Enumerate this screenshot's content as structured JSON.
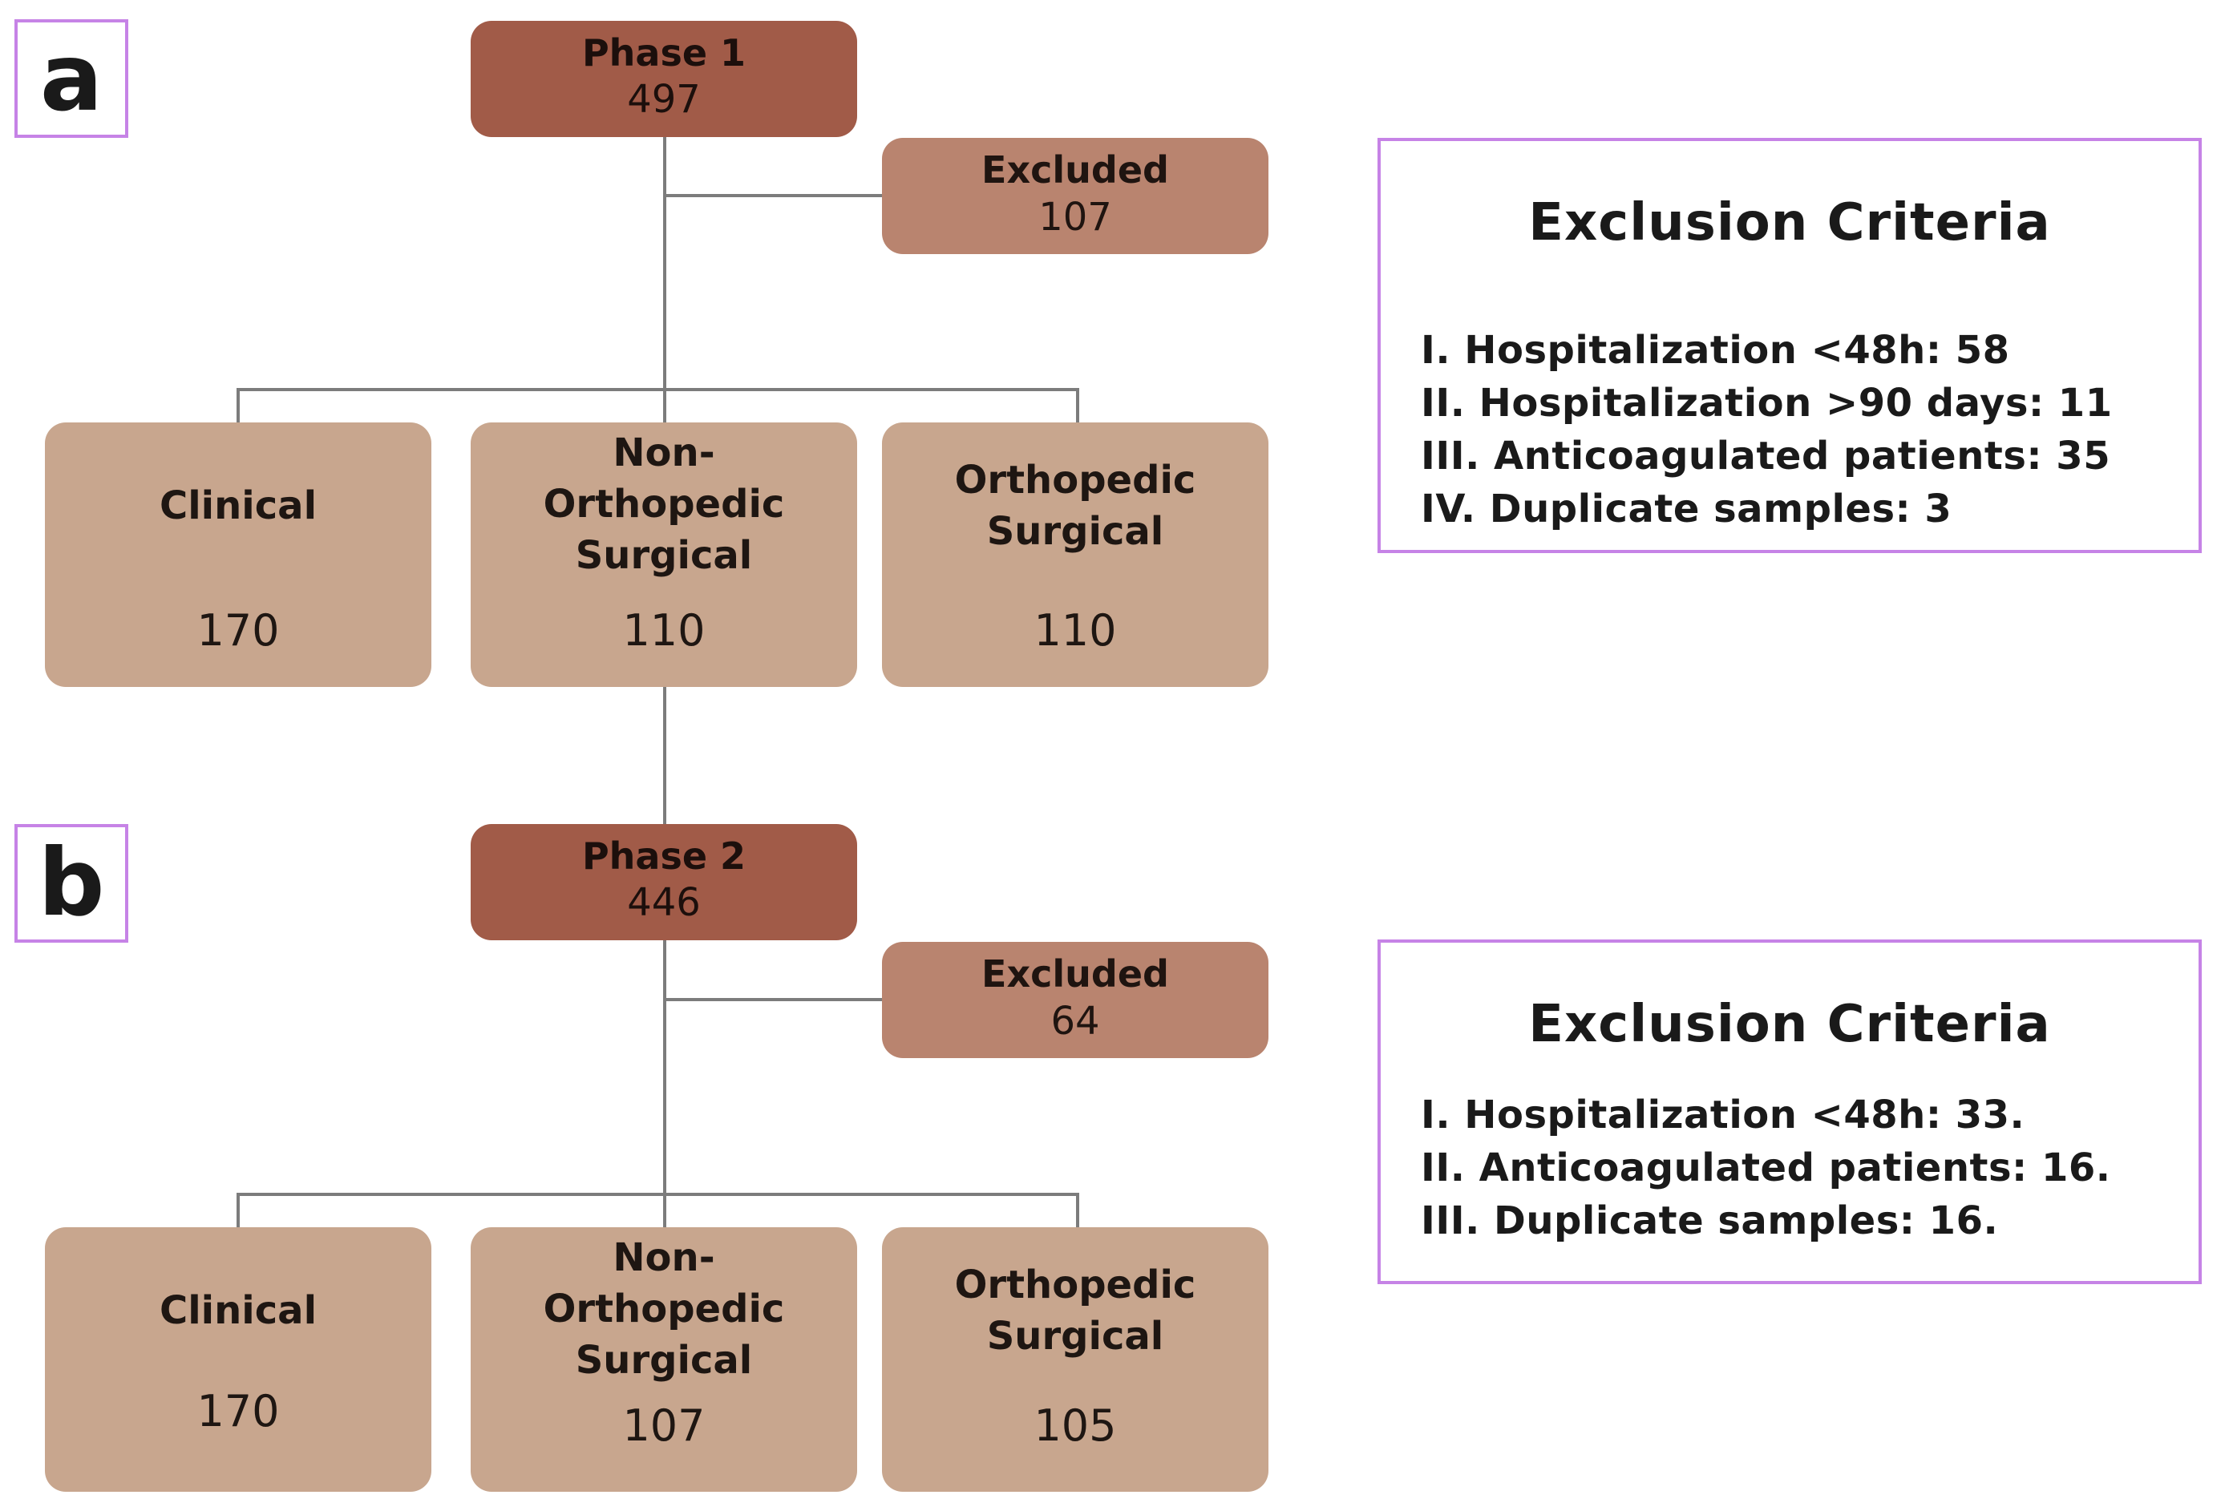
{
  "panel_a": {
    "label": "a",
    "phase": {
      "title": "Phase 1",
      "value": "497"
    },
    "excluded": {
      "title": "Excluded",
      "value": "107"
    },
    "groups": [
      {
        "title": "Clinical",
        "value": "170"
      },
      {
        "title": "Non-\nOrthopedic\nSurgical",
        "value": "110"
      },
      {
        "title": "Orthopedic\nSurgical",
        "value": "110"
      }
    ],
    "criteria": {
      "title": "Exclusion Criteria",
      "items": [
        "I. Hospitalization <48h: 58",
        "II. Hospitalization >90 days: 11",
        "III. Anticoagulated patients: 35",
        "IV. Duplicate samples: 3"
      ]
    }
  },
  "panel_b": {
    "label": "b",
    "phase": {
      "title": "Phase 2",
      "value": "446"
    },
    "excluded": {
      "title": "Excluded",
      "value": "64"
    },
    "groups": [
      {
        "title": "Clinical",
        "value": "170"
      },
      {
        "title": "Non-\nOrthopedic\nSurgical",
        "value": "107"
      },
      {
        "title": "Orthopedic\nSurgical",
        "value": "105"
      }
    ],
    "criteria": {
      "title": "Exclusion Criteria",
      "items": [
        "I. Hospitalization <48h: 33.",
        "II. Anticoagulated patients: 16.",
        "III. Duplicate samples: 16."
      ]
    }
  },
  "colors": {
    "phase_box": "#a15b48",
    "excluded_box": "#b9846f",
    "group_box": "#c8a68e",
    "label_border": "#c683e6",
    "connector": "#7c7c7c"
  }
}
